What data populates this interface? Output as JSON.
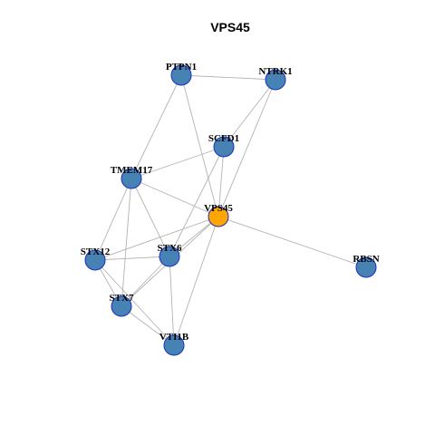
{
  "title": "VPS45",
  "colors": {
    "node_fill": "#4682b4",
    "focus_fill": "#ffa500",
    "node_stroke": "#1a2fbf",
    "edge": "#b3b3b3"
  },
  "nodes": [
    {
      "id": "PTPN1",
      "label": "PTPN1",
      "focus": false
    },
    {
      "id": "NTRK1",
      "label": "NTRK1",
      "focus": false
    },
    {
      "id": "SCFD1",
      "label": "SCFD1",
      "focus": false
    },
    {
      "id": "TMEM17",
      "label": "TMEM17",
      "focus": false
    },
    {
      "id": "VPS45",
      "label": "VPS45",
      "focus": true
    },
    {
      "id": "STX12",
      "label": "STX12",
      "focus": false
    },
    {
      "id": "STX6",
      "label": "STX6",
      "focus": false
    },
    {
      "id": "RBSN",
      "label": "RBSN",
      "focus": false
    },
    {
      "id": "STX7",
      "label": "STX7",
      "focus": false
    },
    {
      "id": "VTI1B",
      "label": "VTI1B",
      "focus": false
    }
  ],
  "edges": [
    [
      "PTPN1",
      "NTRK1"
    ],
    [
      "PTPN1",
      "TMEM17"
    ],
    [
      "PTPN1",
      "VPS45"
    ],
    [
      "NTRK1",
      "SCFD1"
    ],
    [
      "NTRK1",
      "VPS45"
    ],
    [
      "SCFD1",
      "TMEM17"
    ],
    [
      "SCFD1",
      "VPS45"
    ],
    [
      "SCFD1",
      "STX6"
    ],
    [
      "TMEM17",
      "VPS45"
    ],
    [
      "TMEM17",
      "STX12"
    ],
    [
      "TMEM17",
      "STX6"
    ],
    [
      "TMEM17",
      "STX7"
    ],
    [
      "VPS45",
      "STX12"
    ],
    [
      "VPS45",
      "STX6"
    ],
    [
      "VPS45",
      "STX7"
    ],
    [
      "VPS45",
      "VTI1B"
    ],
    [
      "VPS45",
      "RBSN"
    ],
    [
      "STX12",
      "STX6"
    ],
    [
      "STX12",
      "STX7"
    ],
    [
      "STX12",
      "VTI1B"
    ],
    [
      "STX6",
      "STX7"
    ],
    [
      "STX6",
      "VTI1B"
    ],
    [
      "STX7",
      "VTI1B"
    ]
  ]
}
